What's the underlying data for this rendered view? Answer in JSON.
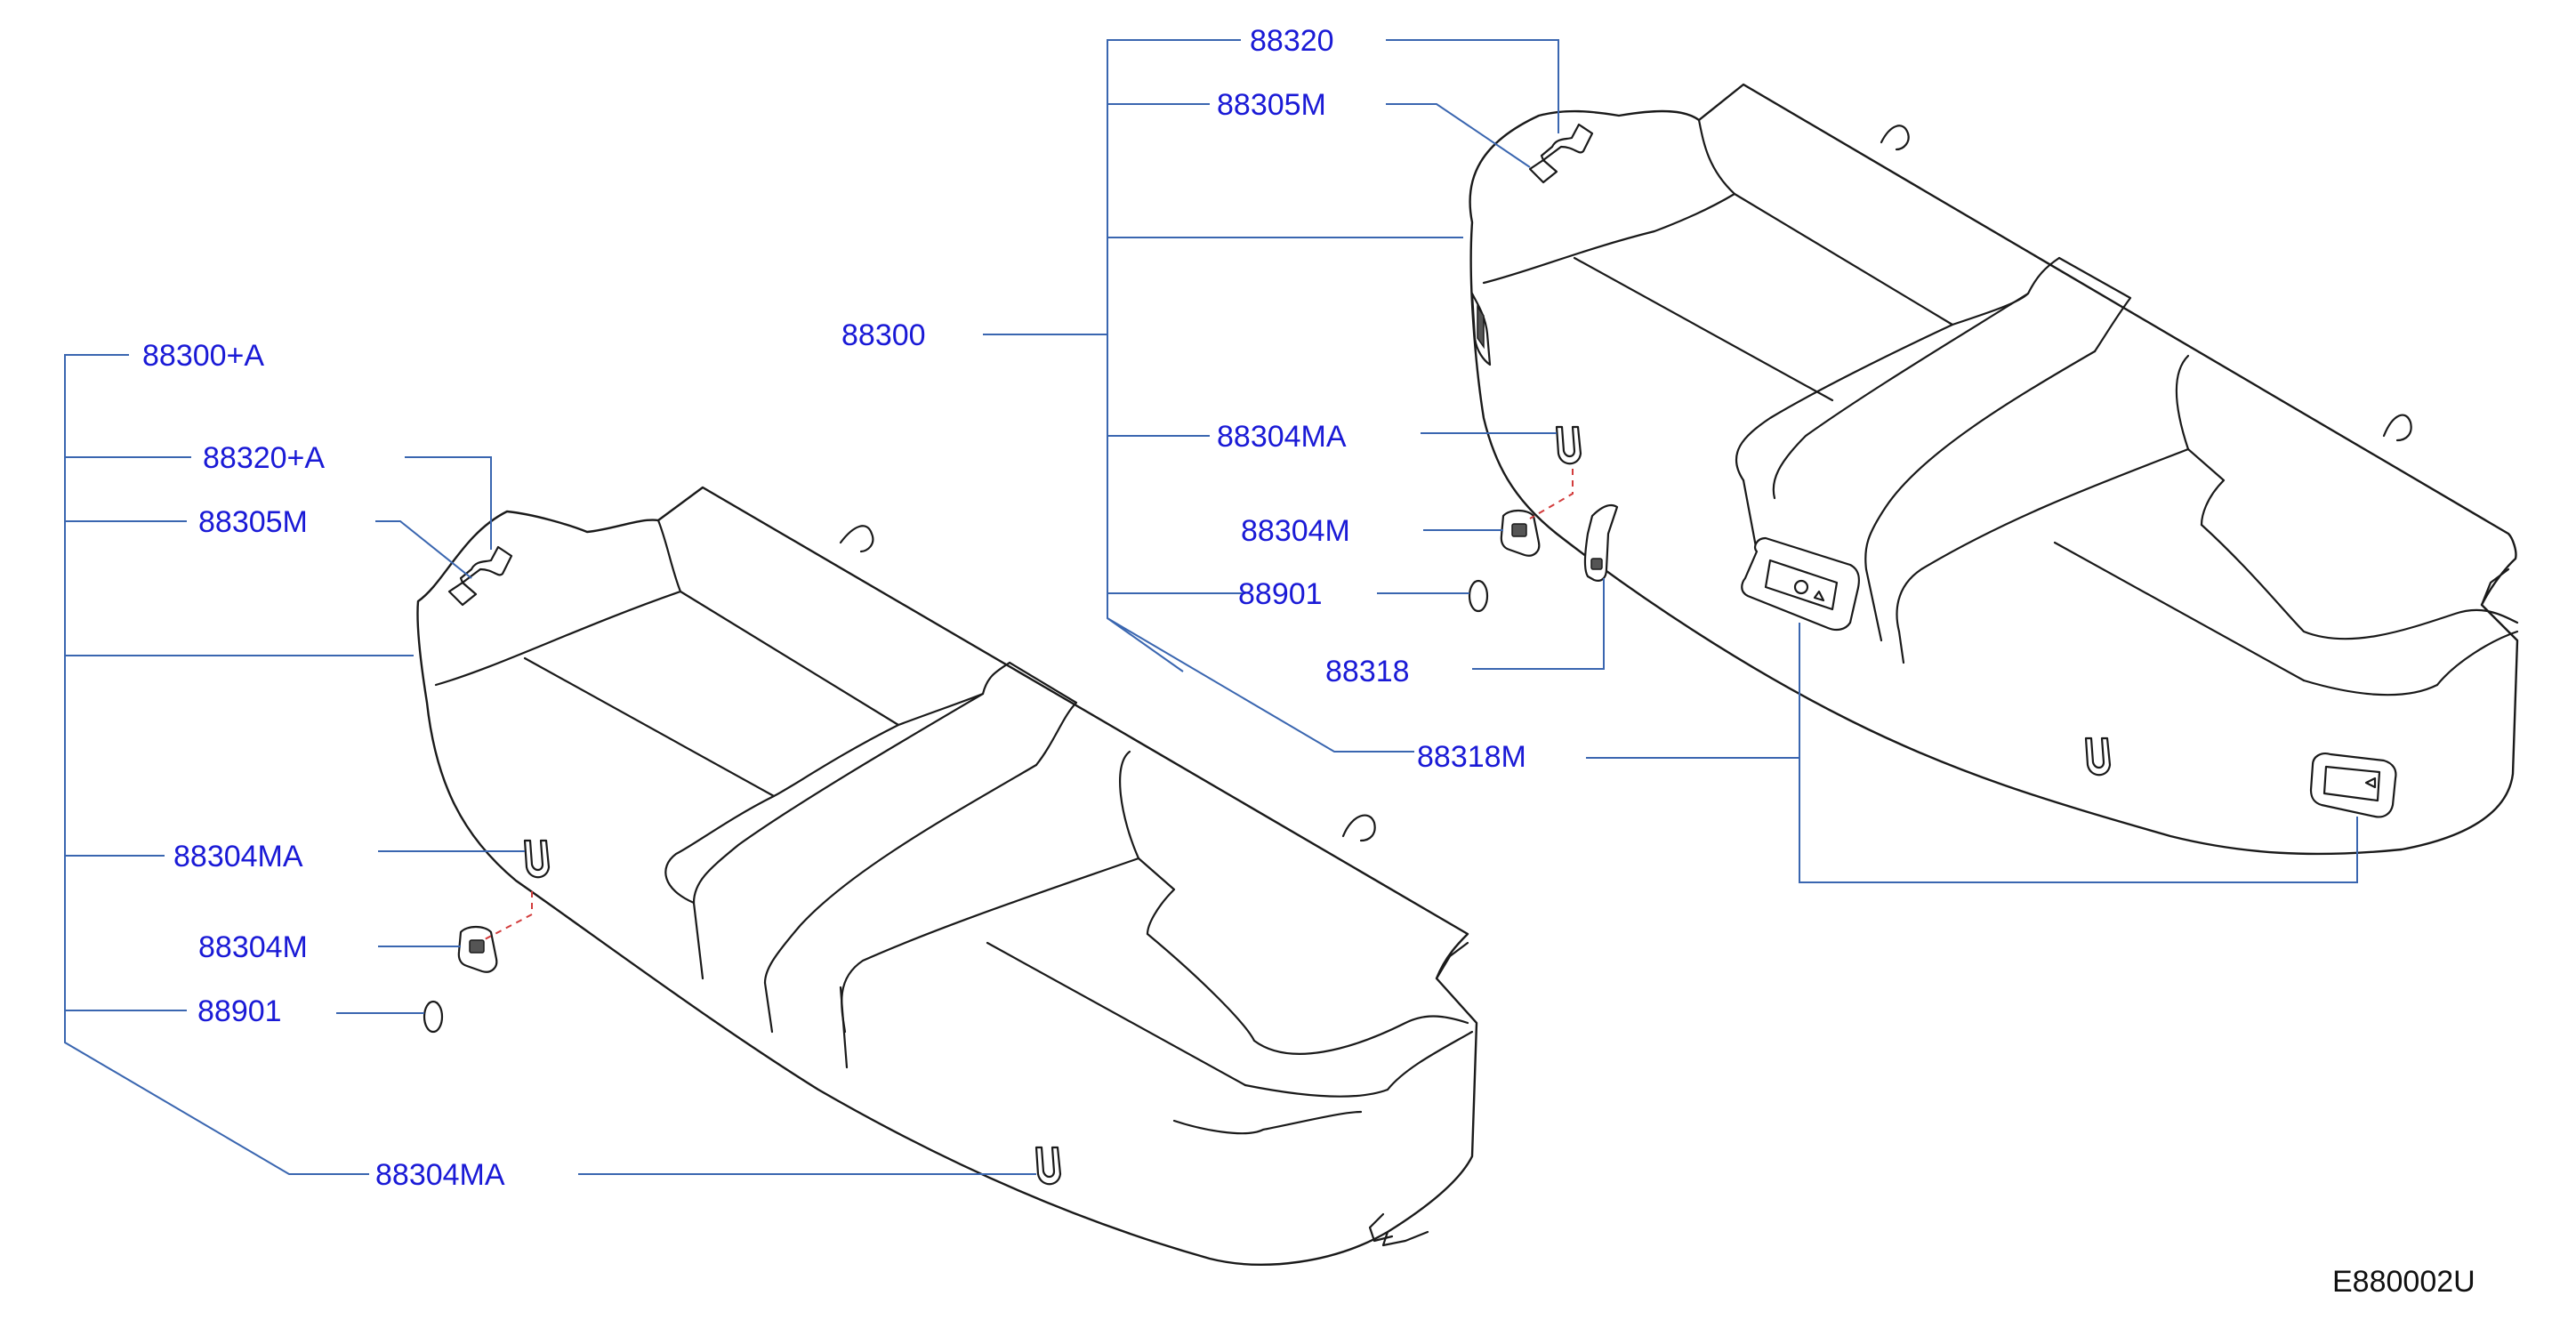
{
  "labels": {
    "left": {
      "assy": "88300+A",
      "cover": "88320+A",
      "pad_patch": "88305M",
      "hook_a": "88304MA",
      "clip": "88304M",
      "ring": "88901",
      "hook_b": "88304MA"
    },
    "right": {
      "cover": "88320",
      "pad_patch": "88305M",
      "assy": "88300",
      "hook": "88304MA",
      "clip": "88304M",
      "ring": "88901",
      "strap": "88318",
      "bezel": "88318M"
    },
    "diagram_code": "E880002U"
  },
  "colors": {
    "label": "#1a1ad6",
    "leader": "#3a66b0",
    "dash": "#d23c3c",
    "outline": "#1a1a1a"
  }
}
